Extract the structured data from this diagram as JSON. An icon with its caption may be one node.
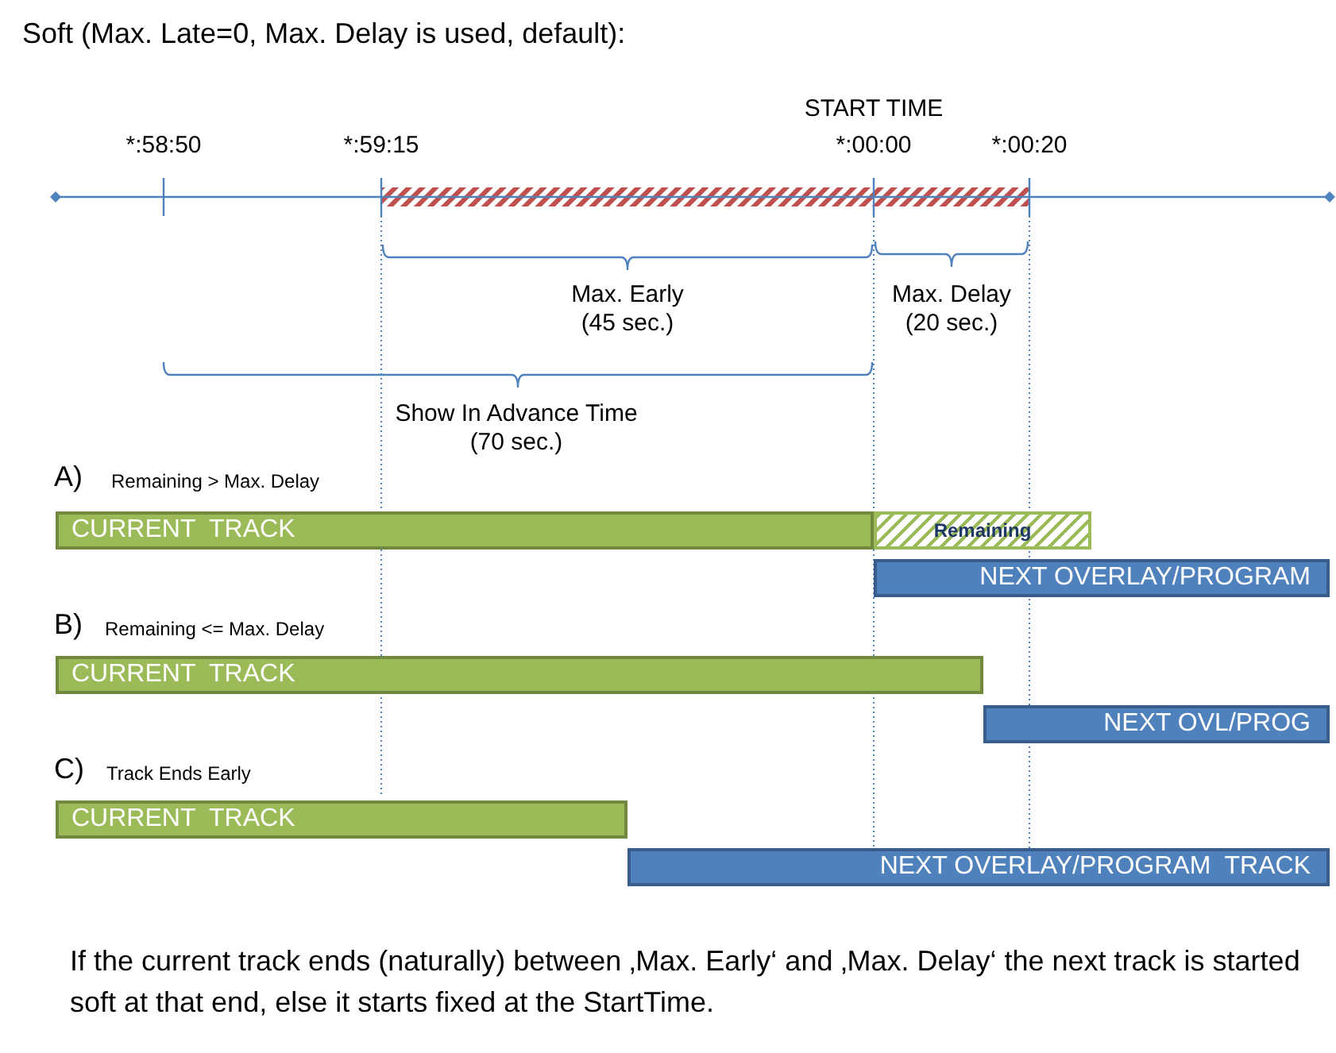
{
  "diagram": {
    "title": "Soft (Max. Late=0, Max. Delay is used, default):",
    "caption": "If the current track ends (naturally) between ‚Max. Early‘ and ‚Max. Delay‘ the next track is started soft at that end, else it starts fixed at the StartTime.",
    "nodes": [
      {
        "text": [
          "CURRENT  TRACK"
        ]
      },
      {
        "text": [
          "Remaining"
        ]
      },
      {
        "text": [
          "NEXT OVERLAY/PROGRAM"
        ]
      },
      {
        "text": [
          "CURRENT  TRACK"
        ]
      },
      {
        "text": [
          "NEXT OVL/PROG"
        ]
      },
      {
        "text": [
          "CURRENT  TRACK"
        ]
      },
      {
        "text": [
          "NEXT OVERLAY/PROGRAM  TRACK"
        ]
      }
    ],
    "labels": [
      "START TIME",
      "*:58:50",
      "*:59:15",
      "*:00:00",
      "*:00:20",
      "Max. Early (45 sec.)",
      "Max. Delay (20 sec.)",
      "Show In Advance Time (70 sec.)",
      "A)",
      "Remaining > Max. Delay",
      "B)",
      "Remaining <= Max. Delay",
      "C)",
      "Track Ends Early"
    ]
  }
}
